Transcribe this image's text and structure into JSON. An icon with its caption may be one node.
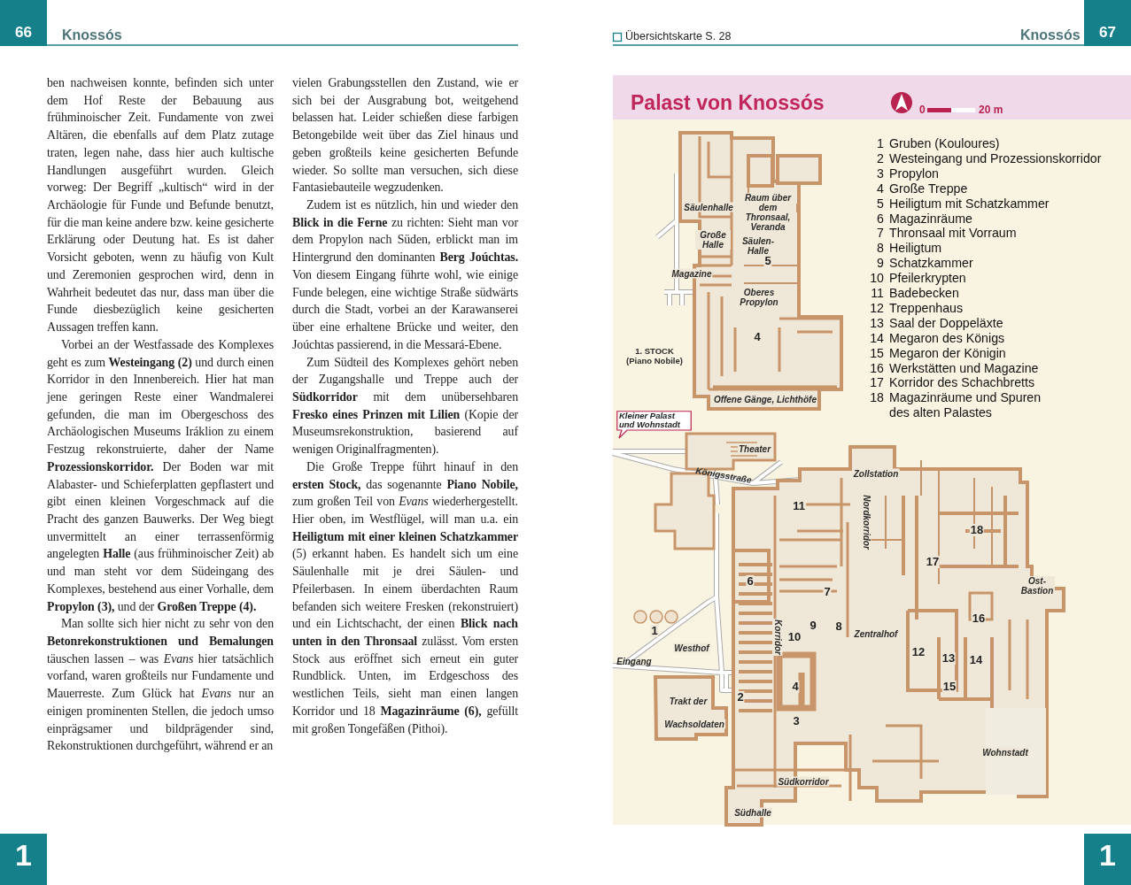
{
  "diagram": {
    "nodes": [
      {
        "text": [
          "66"
        ]
      },
      {
        "text": [
          "67"
        ]
      },
      {
        "text": [
          "Palast von Knossós"
        ]
      },
      {
        "text": [
          "Kleiner Palast und Wohnstadt"
        ]
      },
      {
        "text": [
          "1"
        ]
      },
      {
        "text": [
          "1"
        ]
      }
    ],
    "labels": [
      "Knossós",
      "Übersichtskarte S. 28",
      "Knossós",
      "ben nachweisen konnte, befinden sich unter dem Hof Reste der Bebauung aus frühminoischer Zeit. Fundamente von zwei Altären, die ebenfalls auf dem Platz zutage traten, legen nahe, dass hier auch kultische Handlungen ausgeführt wurden. Gleich vorweg: Der Begriff „kultisch“ wird in der Archäologie für Funde und Befunde benutzt, für die man keine andere bzw. keine gesicherte Erklärung oder Deutung hat. Es ist daher Vorsicht geboten, wenn zu häufig von Kult und Zeremonien gesprochen wird, denn in Wahrheit bedeutet das nur, dass man über die Funde diesbezüglich keine gesicherten Aussagen treffen kann.",
      "Vorbei an der Westfassade des Komplexes geht es zum **Westeingang (2)** und durch einen Korridor in den Innenbereich. Hier hat man jene geringen Reste einer Wandmalerei gefunden, die man im Obergeschoss des Archäologischen Museums Iráklion zu einem Festzug rekonstruierte, daher der Name **Prozessionskorridor.** Der Boden war mit Alabaster- und Schieferplatten gepflastert und gibt einen kleinen Vorgeschmack auf die Pracht des ganzen Bauwerks. Der Weg biegt unvermittelt an einer terrassenförmig angelegten **Halle** (aus frühminoischer Zeit) ab und man steht vor dem Südeingang des Komplexes, bestehend aus einer Vorhalle, dem **Propylon (3),** und der **Großen Treppe (4).**",
      "Man sollte sich hier nicht zu sehr von den **Betonrekonstruktionen und Bemalungen** täuschen lassen – was *Evans* hier tatsächlich vorfand, waren großteils nur Fundamente und Mauerreste. Zum Glück hat *Evans* nur an einigen prominenten Stellen, die jedoch umso einprägsamer und bildprägender sind, Rekonstruktionen durchgeführt, während er an",
      "vielen Grabungsstellen den Zustand, wie er sich bei der Ausgrabung bot, weitgehend belassen hat. Leider schießen diese farbigen Betongebilde weit über das Ziel hinaus und geben großteils keine gesicherten Befunde wieder. So sollte man versuchen, sich diese Fantasiebauteile wegzudenken.",
      "Zudem ist es nützlich, hin und wieder den **Blick in die Ferne** zu richten: Sieht man vor dem Propylon nach Süden, erblickt man im Hintergrund den dominanten **Berg Joúchtas.** Von diesem Eingang führte wohl, wie einige Funde belegen, eine wichtige Straße südwärts durch die Stadt, vorbei an der Karawanserei über eine erhaltene Brücke und weiter, den Joúchtas passierend, in die Messará-Ebene.",
      "Zum Südteil des Komplexes gehört neben der Zugangshalle und Treppe auch der **Südkorridor** mit dem unübersehbaren **Fresko eines Prinzen mit Lilien** (Kopie der Museumsrekonstruktion, basierend auf wenigen Originalfragmenten).",
      "Die Große Treppe führt hinauf in den **ersten Stock,** das sogenannte **Piano Nobile,** zum großen Teil von *Evans* wiederhergestellt. Hier oben, im Westflügel, will man u.a. ein **Heiligtum mit einer kleinen Schatzkammer** (5) erkannt haben. Es handelt sich um eine Säulenhalle mit je drei Säulen- und Pfeilerbasen. In einem überdachten Raum befanden sich weitere Fresken (rekonstruiert) und ein Lichtschacht, der einen **Blick nach unten in den Thronsaal** zulässt. Vom ersten Stock aus eröffnet sich erneut ein guter Rundblick. Unten, im Erdgeschoss des westlichen Teils, sieht man einen langen Korridor und 18 **Magazinräume (6),** gefüllt mit großen Tongefäßen (Pithoi).",
      "1",
      "Gruben (Kouloures)",
      "2",
      "Westeingang und Prozessionskorridor",
      "3",
      "Propylon",
      "4",
      "Große Treppe",
      "5",
      "Heiligtum mit Schatzkammer",
      "6",
      "Magazinräume",
      "7",
      "Thronsaal mit Vorraum",
      "8",
      "Heiligtum",
      "9",
      "Schatzkammer",
      "10",
      "Pfeilerkrypten",
      "11",
      "Badebecken",
      "12",
      "Treppenhaus",
      "13",
      "Saal der Doppeläxte",
      "14",
      "Megaron des Königs",
      "15",
      "Megaron der Königin",
      "16",
      "Werkstätten und Magazine",
      "17",
      "Korridor des Schachbretts",
      "18",
      "Magazinräume und Spuren des alten Palastes",
      "0",
      "20 m",
      "Säulenhalle",
      "Raum über dem Thronsaal, Veranda",
      "Große Halle",
      "Säulen-Halle",
      "5",
      "Magazine",
      "Oberes Propylon",
      "4",
      "1. STOCK (Piano Nobile)",
      "Offene Gänge, Lichthöfe",
      "Theater",
      "Königsstraße",
      "Zollstation",
      "11",
      "Nordkorridor",
      "18",
      "17",
      "6",
      "7",
      "Ost-Bastion",
      "16",
      "1",
      "Westhof",
      "Korridor",
      "10",
      "9",
      "8",
      "Zentralhof",
      "Eingang",
      "12",
      "13",
      "14",
      "4",
      "15",
      "2",
      "Trakt der",
      "Wachsoldaten",
      "3",
      "Wohnstadt",
      "Südkorridor",
      "Südhalle"
    ]
  }
}
